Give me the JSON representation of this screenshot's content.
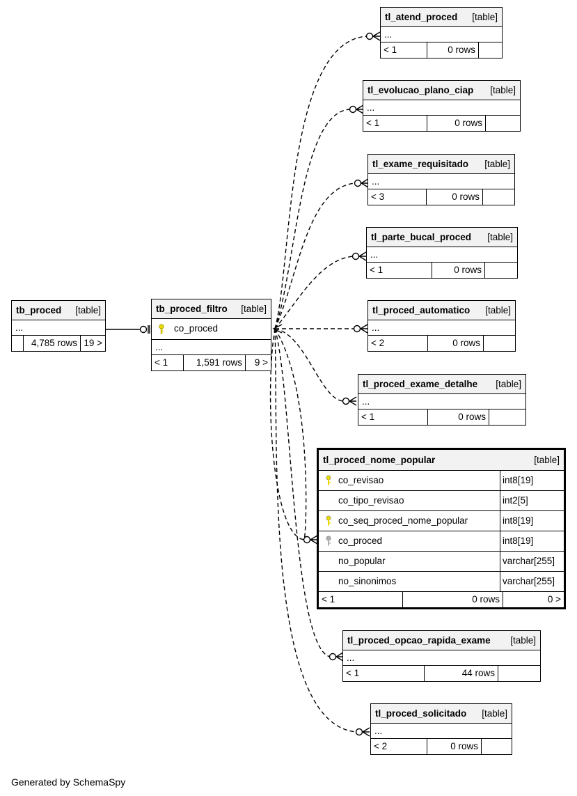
{
  "tables": {
    "tb_proced": {
      "name": "tb_proced",
      "kind": "[table]",
      "ellipsis": "...",
      "foot": [
        "",
        "4,785 rows",
        "19 >"
      ]
    },
    "tb_proced_filtro": {
      "name": "tb_proced_filtro",
      "kind": "[table]",
      "key_column": "co_proced",
      "ellipsis": "...",
      "foot": [
        "< 1",
        "1,591 rows",
        "9 >"
      ]
    },
    "tl_atend_proced": {
      "name": "tl_atend_proced",
      "kind": "[table]",
      "ellipsis": "...",
      "foot": [
        "< 1",
        "0 rows",
        ""
      ]
    },
    "tl_evolucao_plano_ciap": {
      "name": "tl_evolucao_plano_ciap",
      "kind": "[table]",
      "ellipsis": "...",
      "foot": [
        "< 1",
        "0 rows",
        ""
      ]
    },
    "tl_exame_requisitado": {
      "name": "tl_exame_requisitado",
      "kind": "[table]",
      "ellipsis": "...",
      "foot": [
        "< 3",
        "0 rows",
        ""
      ]
    },
    "tl_parte_bucal_proced": {
      "name": "tl_parte_bucal_proced",
      "kind": "[table]",
      "ellipsis": "...",
      "foot": [
        "< 1",
        "0 rows",
        ""
      ]
    },
    "tl_proced_automatico": {
      "name": "tl_proced_automatico",
      "kind": "[table]",
      "ellipsis": "...",
      "foot": [
        "< 2",
        "0 rows",
        ""
      ]
    },
    "tl_proced_exame_detalhe": {
      "name": "tl_proced_exame_detalhe",
      "kind": "[table]",
      "ellipsis": "...",
      "foot": [
        "< 1",
        "0 rows",
        ""
      ]
    },
    "tl_proced_nome_popular": {
      "name": "tl_proced_nome_popular",
      "kind": "[table]",
      "columns": [
        {
          "name": "co_revisao",
          "type": "int8[19]",
          "key": "primary"
        },
        {
          "name": "co_tipo_revisao",
          "type": "int2[5]",
          "key": "none"
        },
        {
          "name": "co_seq_proced_nome_popular",
          "type": "int8[19]",
          "key": "primary"
        },
        {
          "name": "co_proced",
          "type": "int8[19]",
          "key": "foreign"
        },
        {
          "name": "no_popular",
          "type": "varchar[255]",
          "key": "none"
        },
        {
          "name": "no_sinonimos",
          "type": "varchar[255]",
          "key": "none"
        }
      ],
      "foot": [
        "< 1",
        "0 rows",
        "0 >"
      ]
    },
    "tl_proced_opcao_rapida_exame": {
      "name": "tl_proced_opcao_rapida_exame",
      "kind": "[table]",
      "ellipsis": "...",
      "foot": [
        "< 1",
        "44 rows",
        ""
      ]
    },
    "tl_proced_solicitado": {
      "name": "tl_proced_solicitado",
      "kind": "[table]",
      "ellipsis": "...",
      "foot": [
        "< 2",
        "0 rows",
        ""
      ]
    }
  },
  "colors": {
    "primary_key": "#e8d800",
    "foreign_key": "#b0b0b0",
    "focus_border": "#000000"
  },
  "credit": "Generated by SchemaSpy"
}
